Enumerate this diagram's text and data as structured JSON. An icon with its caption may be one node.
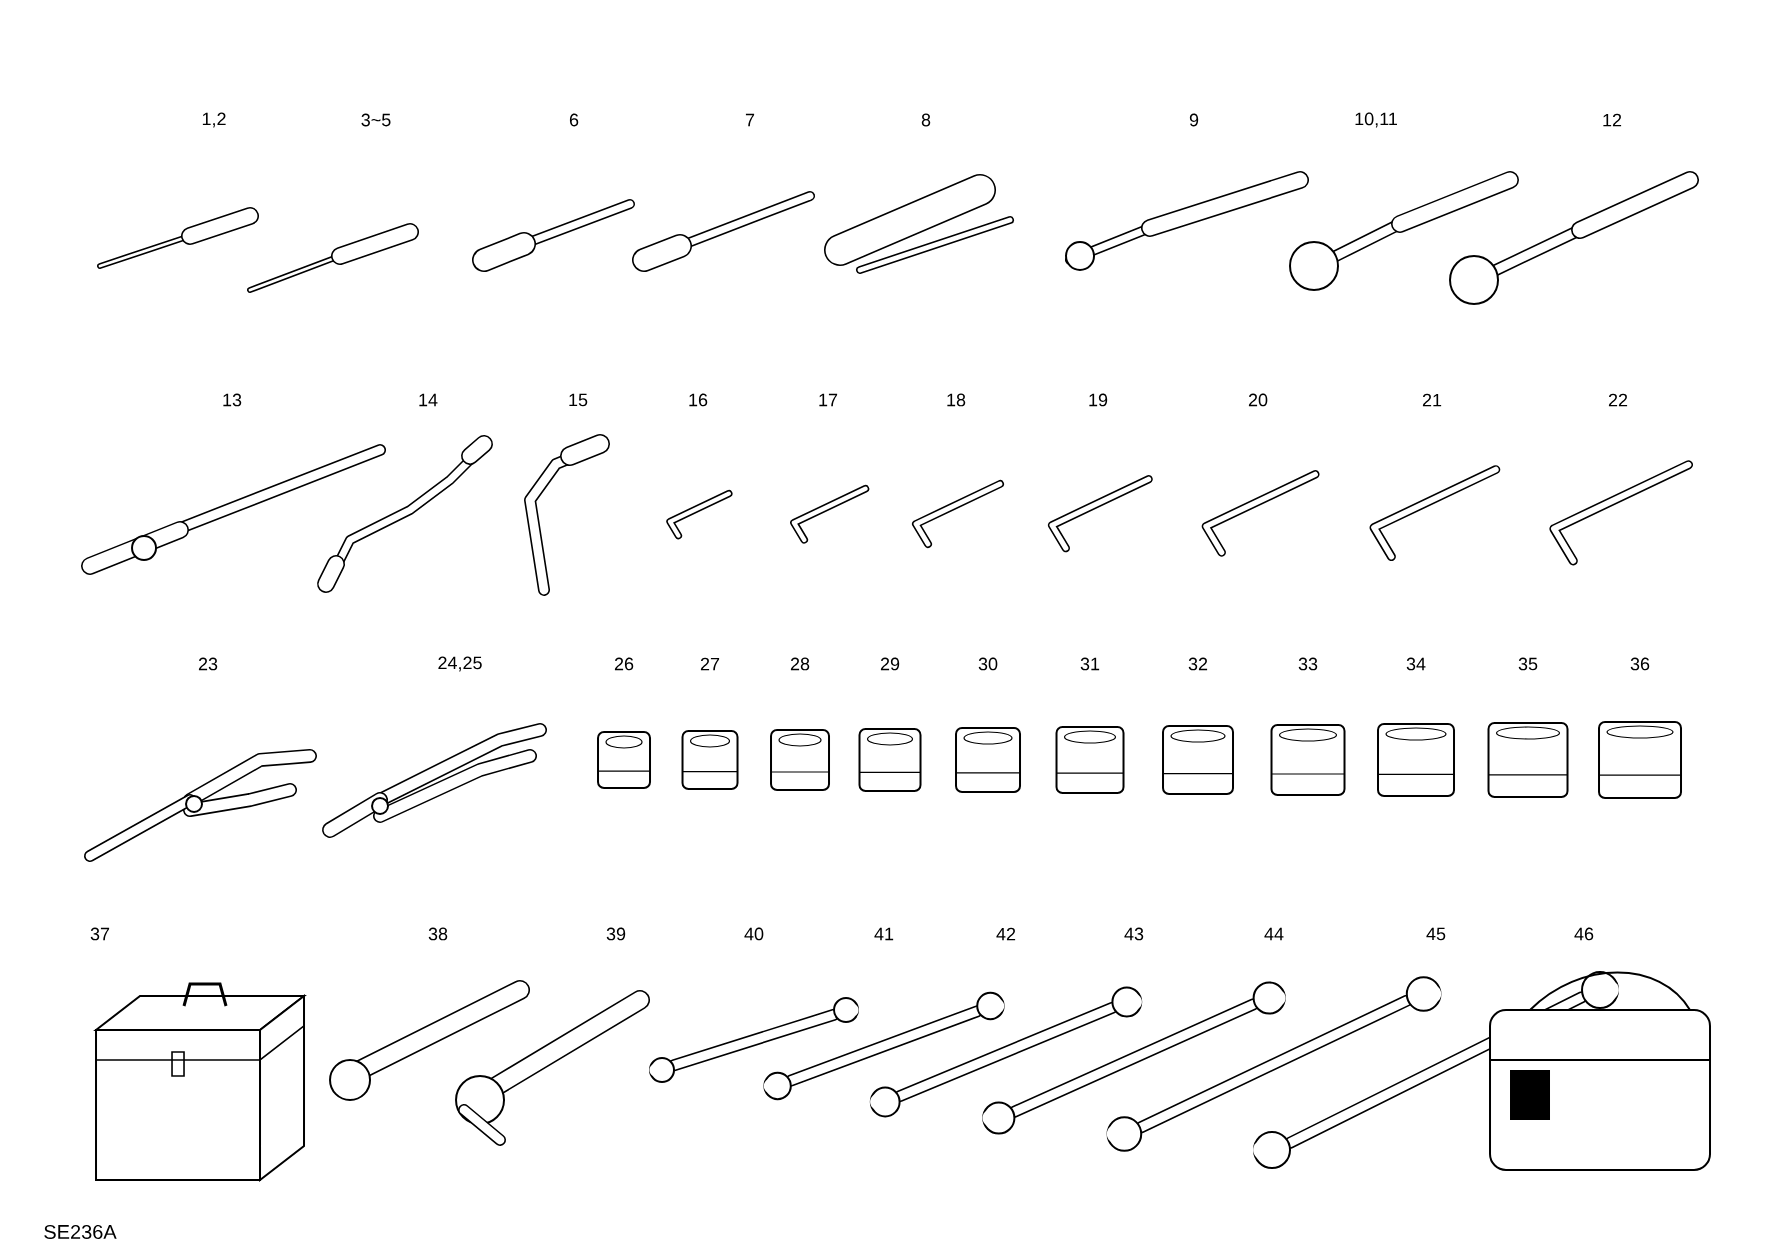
{
  "diagram": {
    "labels": [
      "1,2",
      "3~5",
      "6",
      "7",
      "8",
      "9",
      "10,11",
      "12",
      "13",
      "14",
      "15",
      "16",
      "17",
      "18",
      "19",
      "20",
      "21",
      "22",
      "23",
      "24,25",
      "26",
      "27",
      "28",
      "29",
      "30",
      "31",
      "32",
      "33",
      "34",
      "35",
      "36",
      "37",
      "38",
      "39",
      "40",
      "41",
      "42",
      "43",
      "44",
      "45",
      "46",
      "SE236A"
    ]
  }
}
